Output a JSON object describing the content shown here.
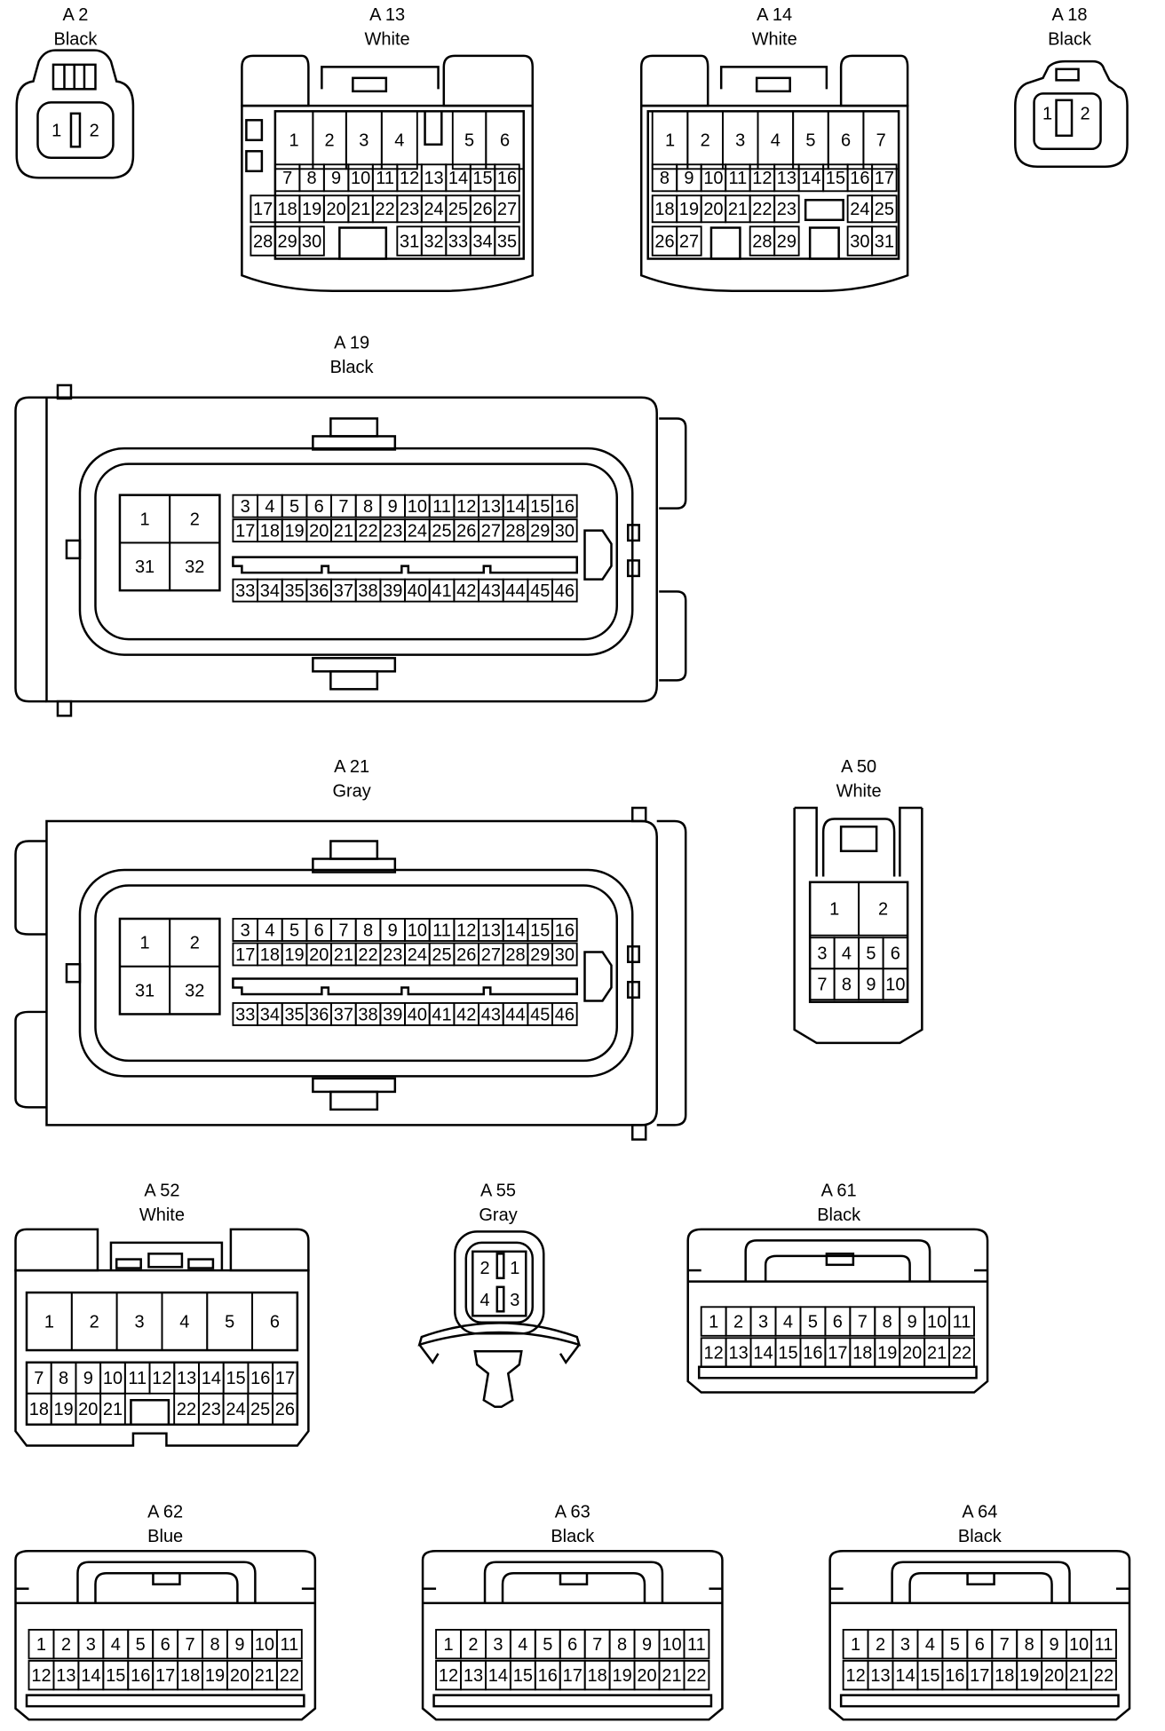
{
  "connectors": [
    {
      "id": "A2",
      "label": "A 2",
      "color": "Black",
      "pins": [
        1,
        2
      ]
    },
    {
      "id": "A13",
      "label": "A 13",
      "color": "White",
      "pins": [
        1,
        2,
        3,
        4,
        5,
        6,
        7,
        8,
        9,
        10,
        11,
        12,
        13,
        14,
        15,
        16,
        17,
        18,
        19,
        20,
        21,
        22,
        23,
        24,
        25,
        26,
        27,
        28,
        29,
        30,
        31,
        32,
        33,
        34,
        35
      ]
    },
    {
      "id": "A14",
      "label": "A 14",
      "color": "White",
      "pins": [
        1,
        2,
        3,
        4,
        5,
        6,
        7,
        8,
        9,
        10,
        11,
        12,
        13,
        14,
        15,
        16,
        17,
        18,
        19,
        20,
        21,
        22,
        23,
        24,
        25,
        26,
        27,
        28,
        29,
        30,
        31
      ]
    },
    {
      "id": "A18",
      "label": "A 18",
      "color": "Black",
      "pins": [
        1,
        2
      ]
    },
    {
      "id": "A19",
      "label": "A 19",
      "color": "Black",
      "pins": [
        1,
        2,
        31,
        32,
        3,
        4,
        5,
        6,
        7,
        8,
        9,
        10,
        11,
        12,
        13,
        14,
        15,
        16,
        17,
        18,
        19,
        20,
        21,
        22,
        23,
        24,
        25,
        26,
        27,
        28,
        29,
        30,
        33,
        34,
        35,
        36,
        37,
        38,
        39,
        40,
        41,
        42,
        43,
        44,
        45,
        46
      ]
    },
    {
      "id": "A21",
      "label": "A 21",
      "color": "Gray",
      "pins": [
        1,
        2,
        31,
        32,
        3,
        4,
        5,
        6,
        7,
        8,
        9,
        10,
        11,
        12,
        13,
        14,
        15,
        16,
        17,
        18,
        19,
        20,
        21,
        22,
        23,
        24,
        25,
        26,
        27,
        28,
        29,
        30,
        33,
        34,
        35,
        36,
        37,
        38,
        39,
        40,
        41,
        42,
        43,
        44,
        45,
        46
      ]
    },
    {
      "id": "A50",
      "label": "A 50",
      "color": "White",
      "pins": [
        1,
        2,
        3,
        4,
        5,
        6,
        7,
        8,
        9,
        10
      ]
    },
    {
      "id": "A52",
      "label": "A 52",
      "color": "White",
      "pins": [
        1,
        2,
        3,
        4,
        5,
        6,
        7,
        8,
        9,
        10,
        11,
        12,
        13,
        14,
        15,
        16,
        17,
        18,
        19,
        20,
        21,
        22,
        23,
        24,
        25,
        26
      ]
    },
    {
      "id": "A55",
      "label": "A 55",
      "color": "Gray",
      "pins": [
        2,
        1,
        4,
        3
      ]
    },
    {
      "id": "A61",
      "label": "A 61",
      "color": "Black",
      "pins": [
        1,
        2,
        3,
        4,
        5,
        6,
        7,
        8,
        9,
        10,
        11,
        12,
        13,
        14,
        15,
        16,
        17,
        18,
        19,
        20,
        21,
        22
      ]
    },
    {
      "id": "A62",
      "label": "A 62",
      "color": "Blue",
      "pins": [
        1,
        2,
        3,
        4,
        5,
        6,
        7,
        8,
        9,
        10,
        11,
        12,
        13,
        14,
        15,
        16,
        17,
        18,
        19,
        20,
        21,
        22
      ]
    },
    {
      "id": "A63",
      "label": "A 63",
      "color": "Black",
      "pins": [
        1,
        2,
        3,
        4,
        5,
        6,
        7,
        8,
        9,
        10,
        11,
        12,
        13,
        14,
        15,
        16,
        17,
        18,
        19,
        20,
        21,
        22
      ]
    },
    {
      "id": "A64",
      "label": "A 64",
      "color": "Black",
      "pins": [
        1,
        2,
        3,
        4,
        5,
        6,
        7,
        8,
        9,
        10,
        11,
        12,
        13,
        14,
        15,
        16,
        17,
        18,
        19,
        20,
        21,
        22
      ]
    }
  ]
}
